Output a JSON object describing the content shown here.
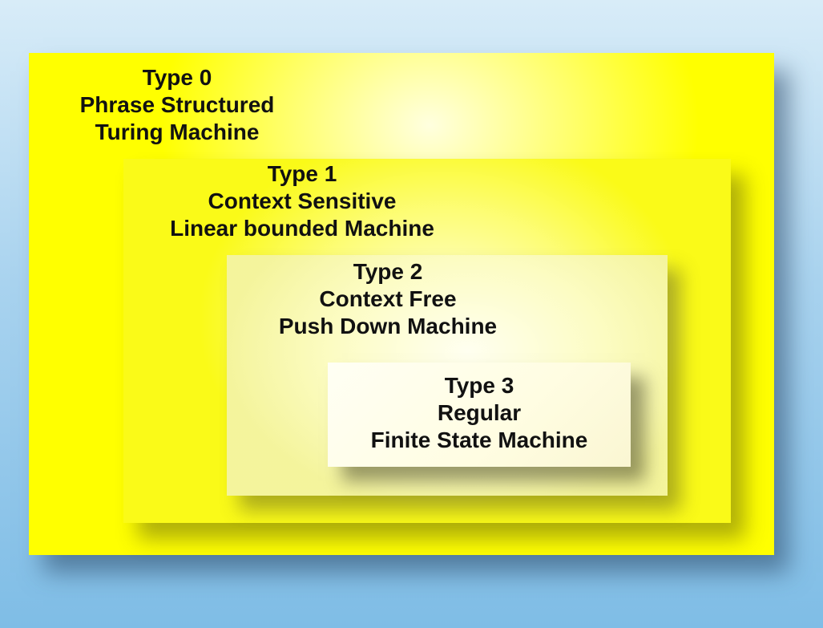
{
  "diagram": {
    "boxes": [
      {
        "lines": [
          "Type 0",
          "Phrase Structured",
          "Turing Machine"
        ]
      },
      {
        "lines": [
          "Type 1",
          "Context Sensitive",
          "Linear bounded Machine"
        ]
      },
      {
        "lines": [
          "Type 2",
          "Context Free",
          "Push Down Machine"
        ]
      },
      {
        "lines": [
          "Type 3",
          "Regular",
          "Finite State Machine"
        ]
      }
    ]
  },
  "colors": {
    "background": "#a9d3ef",
    "outer_box": "#ffff00",
    "inner_box": "#fffde2",
    "text": "#111111"
  }
}
